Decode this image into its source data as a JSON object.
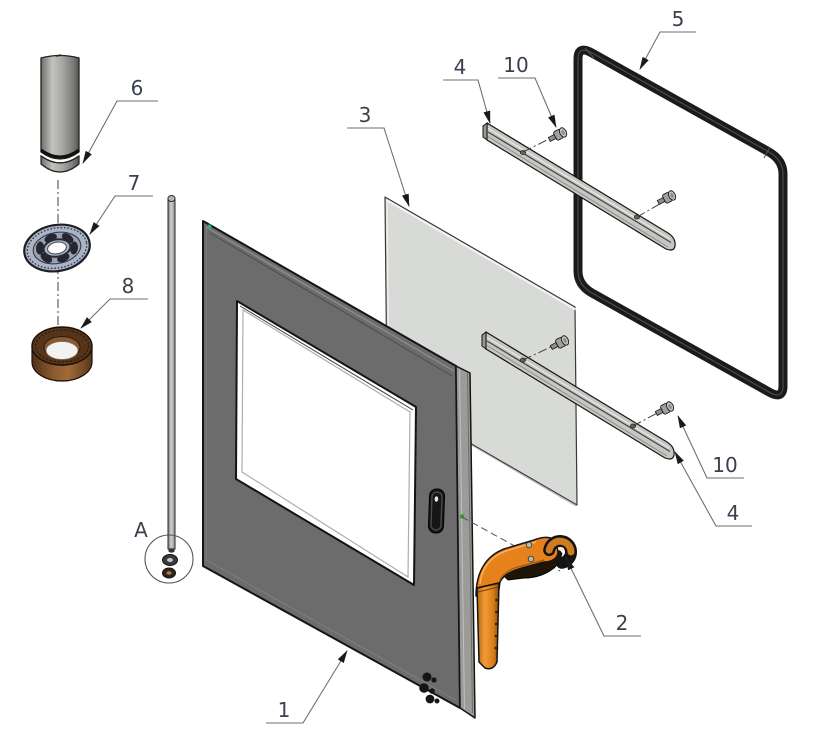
{
  "diagram": {
    "type": "exploded-view-assembly-drawing",
    "background": "#ffffff",
    "callouts": {
      "c1": {
        "label": "1"
      },
      "c2": {
        "label": "2"
      },
      "c3": {
        "label": "3"
      },
      "c4_top": {
        "label": "4"
      },
      "c4_bottom": {
        "label": "4"
      },
      "c5": {
        "label": "5"
      },
      "c6": {
        "label": "6"
      },
      "c7": {
        "label": "7"
      },
      "c8": {
        "label": "8"
      },
      "c10_top": {
        "label": "10"
      },
      "c10_bottom": {
        "label": "10"
      },
      "detail": {
        "label": "A"
      }
    },
    "parts": [
      {
        "callout": "1",
        "name": "door-outer-panel",
        "color": "#6c6c6c"
      },
      {
        "callout": "2",
        "name": "door-handle",
        "color": "#e6811c"
      },
      {
        "callout": "3",
        "name": "inner-glass-panel",
        "color": "#d6d8d5"
      },
      {
        "callout": "4",
        "name": "glass-retainer-bracket",
        "color": "#c6c6c3"
      },
      {
        "callout": "5",
        "name": "door-gasket-frame",
        "color": "#1b1b1b"
      },
      {
        "callout": "6",
        "name": "hinge-bushing-cylinder",
        "color": "#a8a8a4"
      },
      {
        "callout": "7",
        "name": "spoked-washer",
        "color": "#aab4c7"
      },
      {
        "callout": "8",
        "name": "bronze-bushing-ring",
        "color": "#8a5a30"
      },
      {
        "callout": "10",
        "name": "retainer-screw",
        "color": "#b5b5b2"
      },
      {
        "callout": "A",
        "name": "detail-view-circle"
      }
    ]
  }
}
